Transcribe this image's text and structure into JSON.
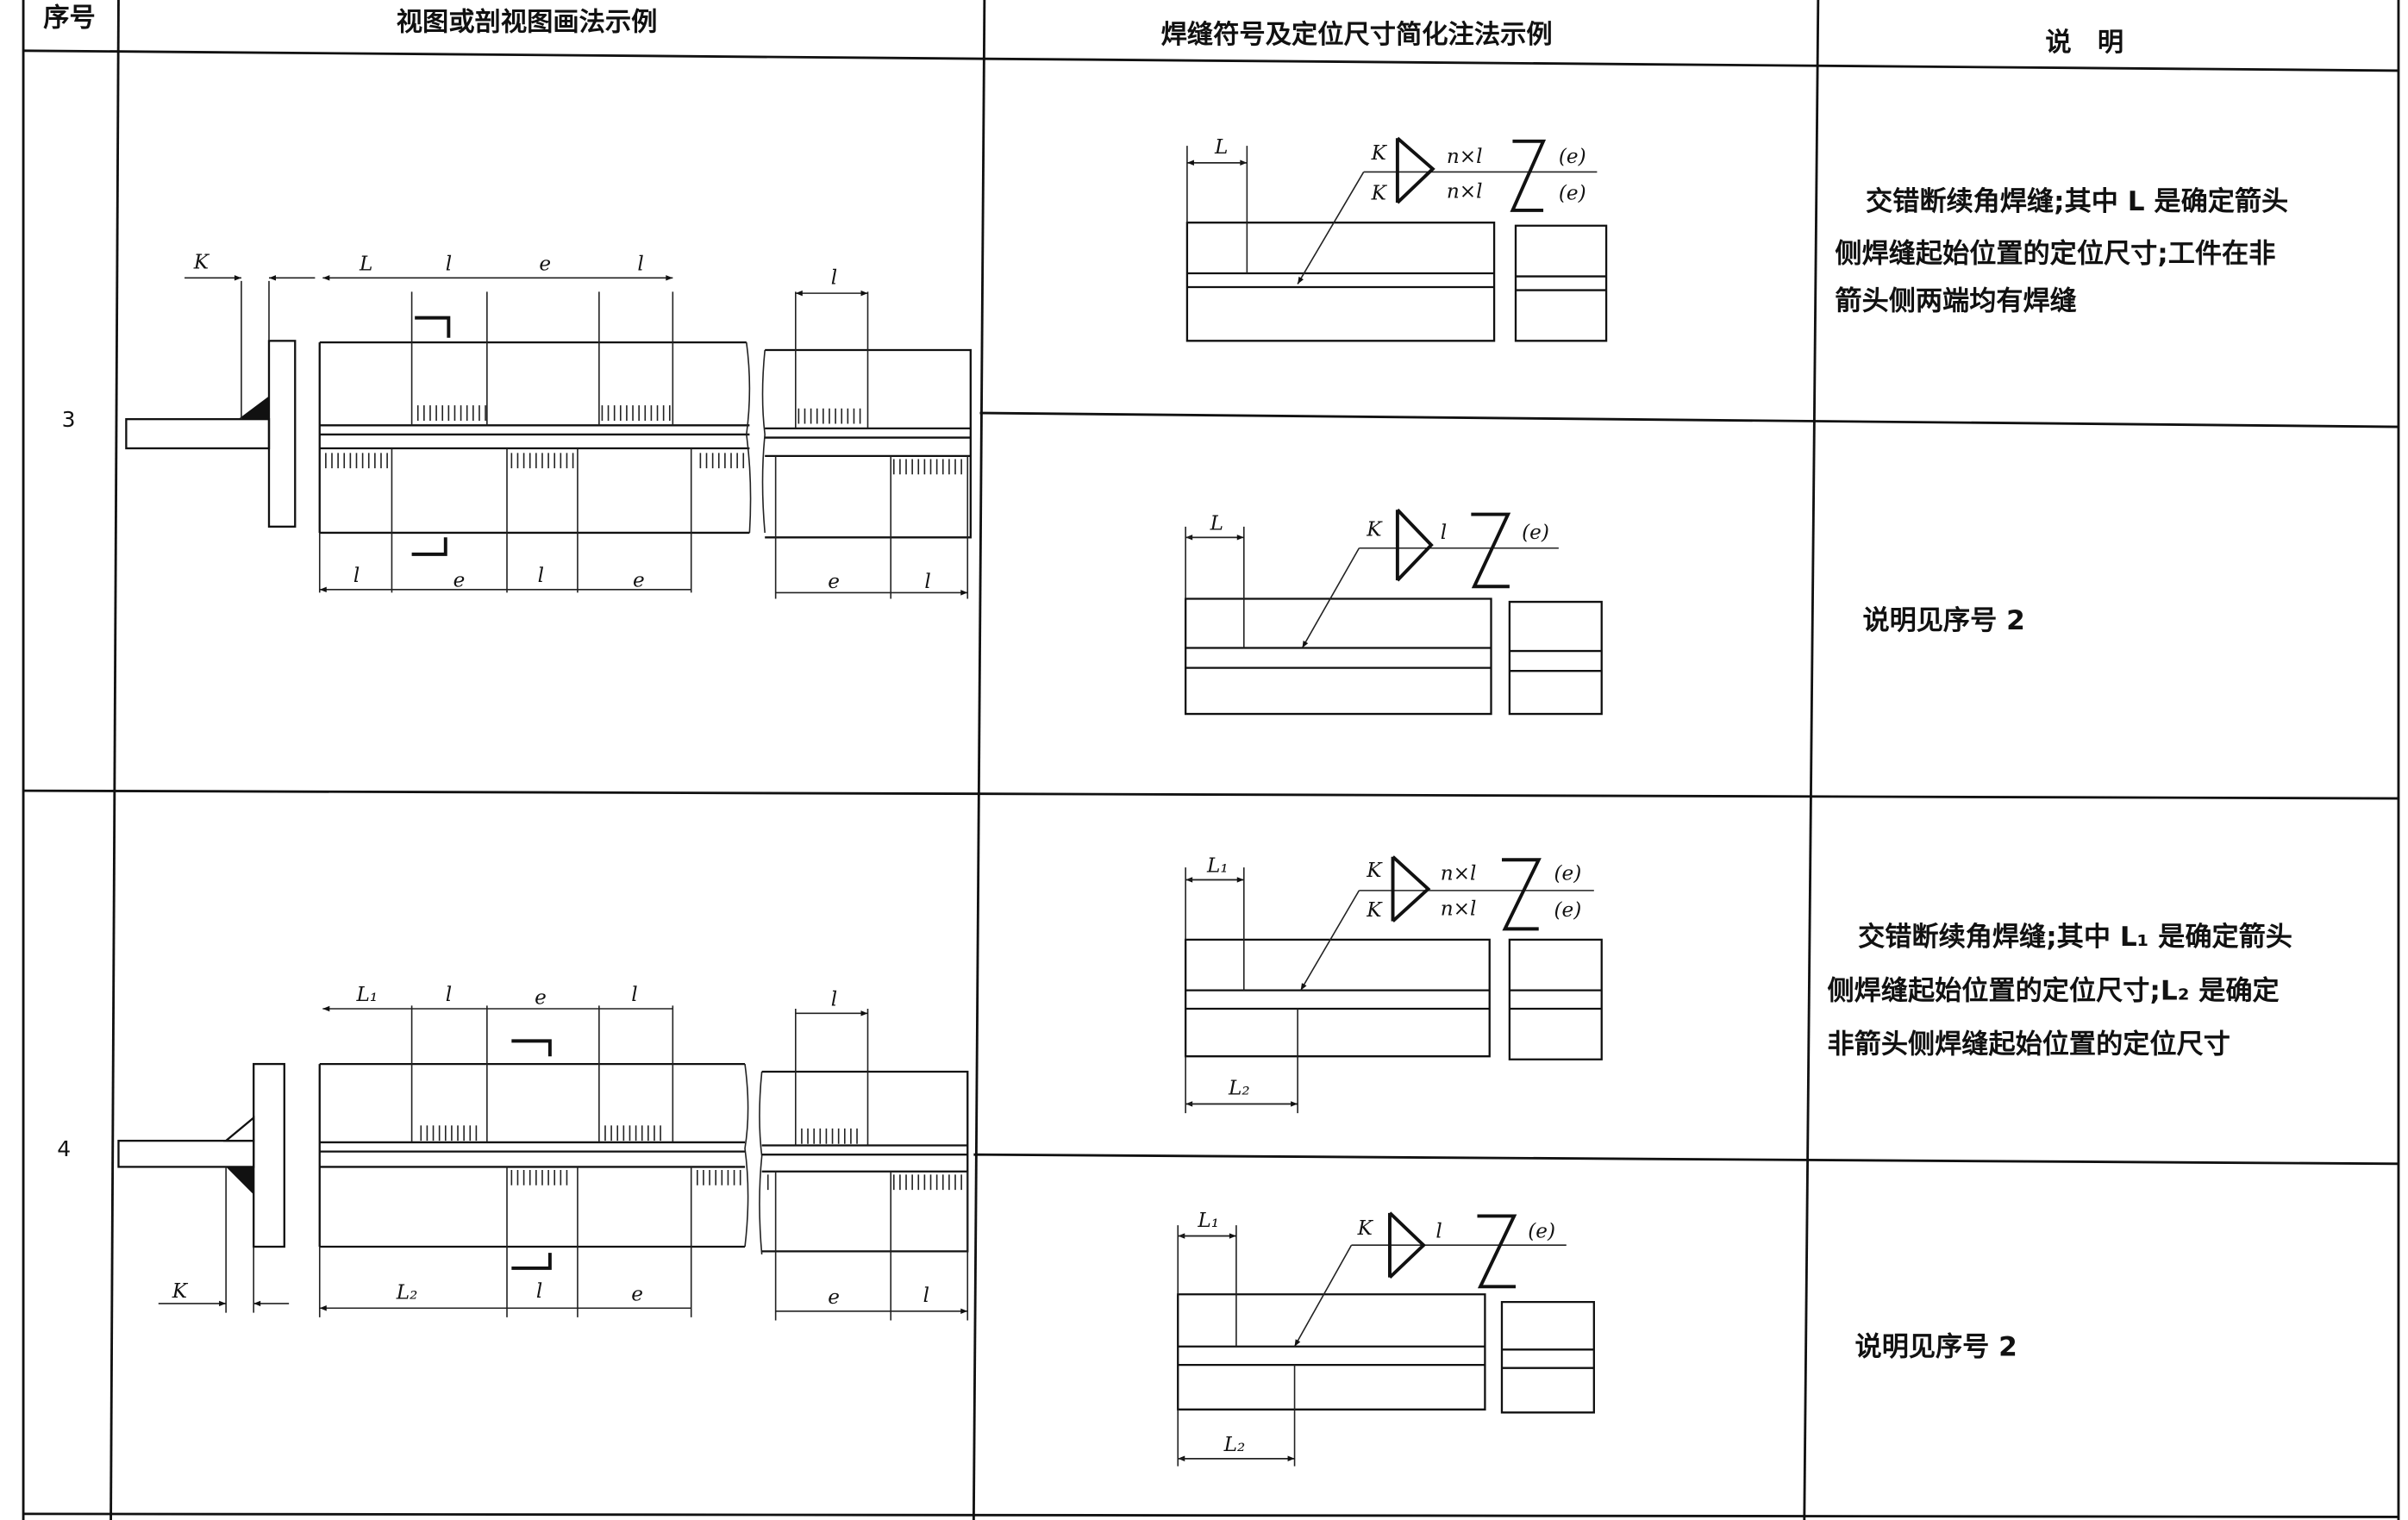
{
  "header": {
    "col_no": "序号",
    "col_view": "视图或剖视图画法示例",
    "col_symbol": "焊缝符号及定位尺寸简化注法示例",
    "col_desc": "说　明"
  },
  "rows": [
    {
      "no": "3",
      "view_labels": {
        "K": "K",
        "top": [
          "L",
          "l",
          "e",
          "l"
        ],
        "top_right": "l",
        "bottom": [
          "l",
          "e",
          "l",
          "e"
        ],
        "bottom_right": [
          "e",
          "l"
        ]
      },
      "variants": [
        {
          "labels": {
            "L": "L",
            "K1": "K",
            "K2": "K",
            "nl1": "n×l",
            "nl2": "n×l",
            "e1": "(e)",
            "e2": "(e)"
          },
          "desc": [
            "交错断续角焊缝;其中 L 是确定箭头",
            "侧焊缝起始位置的定位尺寸;工件在非",
            "箭头侧两端均有焊缝"
          ]
        },
        {
          "labels": {
            "L": "L",
            "K": "K",
            "l": "l",
            "e": "(e)"
          },
          "desc": [
            "说明见序号 2"
          ]
        }
      ]
    },
    {
      "no": "4",
      "view_labels": {
        "K": "K",
        "top": [
          "L₁",
          "l",
          "e",
          "l"
        ],
        "top_right": "l",
        "bottom": [
          "L₂",
          "l",
          "e"
        ],
        "bottom_right": [
          "e",
          "l"
        ]
      },
      "variants": [
        {
          "labels": {
            "L1": "L₁",
            "L2": "L₂",
            "K1": "K",
            "K2": "K",
            "nl1": "n×l",
            "nl2": "n×l",
            "e1": "(e)",
            "e2": "(e)"
          },
          "desc": [
            "交错断续角焊缝;其中 L₁ 是确定箭头",
            "侧焊缝起始位置的定位尺寸;L₂ 是确定",
            "非箭头侧焊缝起始位置的定位尺寸"
          ]
        },
        {
          "labels": {
            "L1": "L₁",
            "L2": "L₂",
            "K": "K",
            "l": "l",
            "e": "(e)"
          },
          "desc": [
            "说明见序号 2"
          ]
        }
      ]
    }
  ]
}
